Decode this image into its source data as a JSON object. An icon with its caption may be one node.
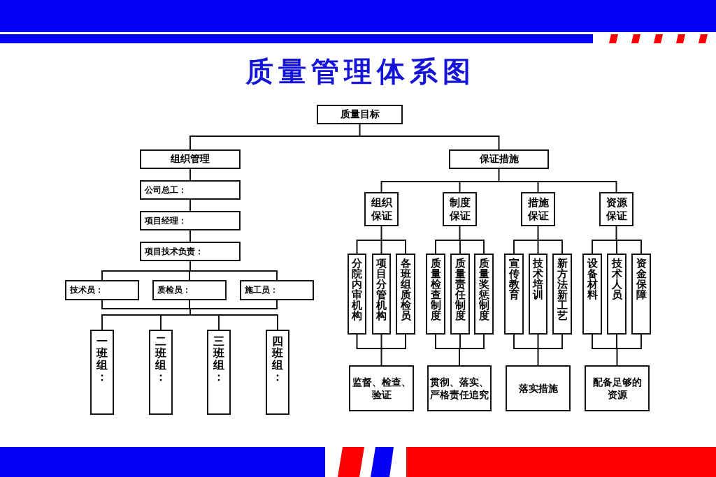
{
  "diagram": {
    "title": "质量管理体系图",
    "nodes": [
      {
        "text": [
          "质量目标"
        ]
      },
      {
        "text": [
          "组织管理"
        ]
      },
      {
        "text": [
          "保证措施"
        ]
      },
      {
        "text": [
          "公司总工："
        ]
      },
      {
        "text": [
          "项目经理："
        ]
      },
      {
        "text": [
          "项目技术负责："
        ]
      },
      {
        "text": [
          "技术员："
        ]
      },
      {
        "text": [
          "质检员："
        ]
      },
      {
        "text": [
          "施工员："
        ]
      },
      {
        "text": [
          "一班组："
        ]
      },
      {
        "text": [
          "二班组："
        ]
      },
      {
        "text": [
          "三班组："
        ]
      },
      {
        "text": [
          "四班组："
        ]
      },
      {
        "text": [
          "组织保证"
        ]
      },
      {
        "text": [
          "制度保证"
        ]
      },
      {
        "text": [
          "措施保证"
        ]
      },
      {
        "text": [
          "资源保证"
        ]
      },
      {
        "text": [
          "分院内审机构"
        ]
      },
      {
        "text": [
          "项目分管机构"
        ]
      },
      {
        "text": [
          "各班组质检员"
        ]
      },
      {
        "text": [
          "质量检查制度"
        ]
      },
      {
        "text": [
          "质量责任制度"
        ]
      },
      {
        "text": [
          "质量奖惩制度"
        ]
      },
      {
        "text": [
          "宣传教育"
        ]
      },
      {
        "text": [
          "技术培训"
        ]
      },
      {
        "text": [
          "新方法新工艺"
        ]
      },
      {
        "text": [
          "设备材料"
        ]
      },
      {
        "text": [
          "技术人员"
        ]
      },
      {
        "text": [
          "资金保障"
        ]
      },
      {
        "text": [
          "监督、检查、验证"
        ]
      },
      {
        "text": [
          "贯彻、落实、严格责任追究"
        ]
      },
      {
        "text": [
          "落实措施"
        ]
      },
      {
        "text": [
          "配备足够的资源"
        ]
      }
    ],
    "edges": [
      {
        "from": 0,
        "to": 1,
        "arrow": "none"
      },
      {
        "from": 0,
        "to": 2,
        "arrow": "none"
      },
      {
        "from": 1,
        "to": 3,
        "arrow": "none"
      },
      {
        "from": 3,
        "to": 4,
        "arrow": "none"
      },
      {
        "from": 4,
        "to": 5,
        "arrow": "none"
      },
      {
        "from": 5,
        "to": 6,
        "arrow": "none"
      },
      {
        "from": 5,
        "to": 7,
        "arrow": "none"
      },
      {
        "from": 5,
        "to": 8,
        "arrow": "none"
      },
      {
        "from": 6,
        "to": 9,
        "arrow": "none"
      },
      {
        "from": 6,
        "to": 10,
        "arrow": "none"
      },
      {
        "from": 6,
        "to": 11,
        "arrow": "none"
      },
      {
        "from": 6,
        "to": 12,
        "arrow": "none"
      },
      {
        "from": 7,
        "to": 9,
        "arrow": "none"
      },
      {
        "from": 7,
        "to": 10,
        "arrow": "none"
      },
      {
        "from": 7,
        "to": 11,
        "arrow": "none"
      },
      {
        "from": 7,
        "to": 12,
        "arrow": "none"
      },
      {
        "from": 8,
        "to": 9,
        "arrow": "none"
      },
      {
        "from": 8,
        "to": 10,
        "arrow": "none"
      },
      {
        "from": 8,
        "to": 11,
        "arrow": "none"
      },
      {
        "from": 8,
        "to": 12,
        "arrow": "none"
      },
      {
        "from": 2,
        "to": 13,
        "arrow": "none"
      },
      {
        "from": 2,
        "to": 14,
        "arrow": "none"
      },
      {
        "from": 2,
        "to": 15,
        "arrow": "none"
      },
      {
        "from": 2,
        "to": 16,
        "arrow": "none"
      },
      {
        "from": 13,
        "to": 17,
        "arrow": "none"
      },
      {
        "from": 13,
        "to": 18,
        "arrow": "none"
      },
      {
        "from": 13,
        "to": 19,
        "arrow": "none"
      },
      {
        "from": 14,
        "to": 20,
        "arrow": "none"
      },
      {
        "from": 14,
        "to": 21,
        "arrow": "none"
      },
      {
        "from": 14,
        "to": 22,
        "arrow": "none"
      },
      {
        "from": 15,
        "to": 23,
        "arrow": "none"
      },
      {
        "from": 15,
        "to": 24,
        "arrow": "none"
      },
      {
        "from": 15,
        "to": 25,
        "arrow": "none"
      },
      {
        "from": 16,
        "to": 26,
        "arrow": "none"
      },
      {
        "from": 16,
        "to": 27,
        "arrow": "none"
      },
      {
        "from": 16,
        "to": 28,
        "arrow": "none"
      },
      {
        "from": 17,
        "to": 29,
        "arrow": "none"
      },
      {
        "from": 18,
        "to": 29,
        "arrow": "none"
      },
      {
        "from": 19,
        "to": 29,
        "arrow": "none"
      },
      {
        "from": 20,
        "to": 30,
        "arrow": "none"
      },
      {
        "from": 21,
        "to": 30,
        "arrow": "none"
      },
      {
        "from": 22,
        "to": 30,
        "arrow": "none"
      },
      {
        "from": 23,
        "to": 31,
        "arrow": "none"
      },
      {
        "from": 24,
        "to": 31,
        "arrow": "none"
      },
      {
        "from": 25,
        "to": 31,
        "arrow": "none"
      },
      {
        "from": 26,
        "to": 32,
        "arrow": "none"
      },
      {
        "from": 27,
        "to": 32,
        "arrow": "none"
      },
      {
        "from": 28,
        "to": 32,
        "arrow": "none"
      }
    ]
  }
}
